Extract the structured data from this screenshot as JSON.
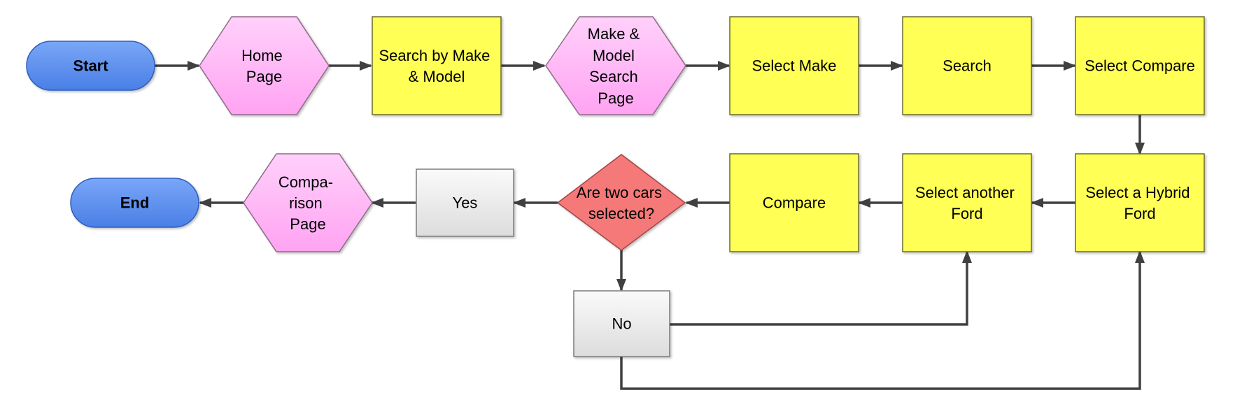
{
  "colors": {
    "terminal": "#5b8ef0",
    "terminal_stroke": "#2e5dbd",
    "page": "#ffb3f5",
    "page_stroke": "#8f6a89",
    "action": "#ffff55",
    "action_stroke": "#6b6b30",
    "decision": "#f57979",
    "decision_stroke": "#a04545",
    "answer": "#ebebeb",
    "answer_stroke": "#7a7a7a",
    "connector": "#404040"
  },
  "nodes": {
    "start": {
      "label": "Start"
    },
    "home_page": {
      "lines": [
        "Home",
        "Page"
      ]
    },
    "search_by_make_model": {
      "lines": [
        "Search by Make",
        "& Model"
      ]
    },
    "make_model_search_page": {
      "lines": [
        "Make &",
        "Model",
        "Search",
        "Page"
      ]
    },
    "select_make": {
      "label": "Select Make"
    },
    "search": {
      "label": "Search"
    },
    "select_compare": {
      "label": "Select Compare"
    },
    "select_hybrid_ford": {
      "lines": [
        "Select a Hybrid",
        "Ford"
      ]
    },
    "select_another_ford": {
      "lines": [
        "Select another",
        "Ford"
      ]
    },
    "compare": {
      "label": "Compare"
    },
    "two_cars_selected": {
      "lines": [
        "Are two cars",
        "selected?"
      ]
    },
    "yes": {
      "label": "Yes"
    },
    "no": {
      "label": "No"
    },
    "comparison_page": {
      "lines": [
        "Compa-",
        "rison",
        "Page"
      ]
    },
    "end": {
      "label": "End"
    }
  }
}
